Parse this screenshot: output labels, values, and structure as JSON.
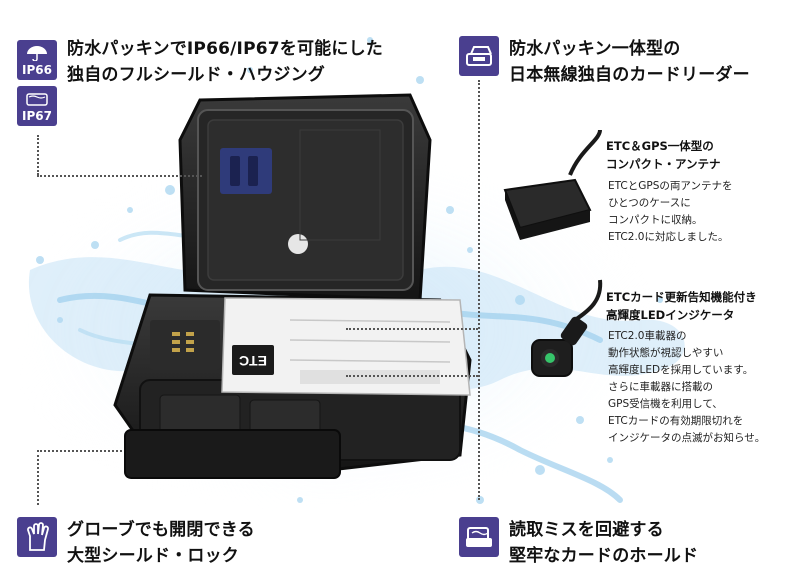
{
  "features": {
    "top_left": {
      "lines": [
        "防水パッキンでIP66/IP67を可能にした",
        "独自のフルシールド・ハウジング"
      ],
      "badges": [
        "IP66",
        "IP67"
      ],
      "icons": [
        "umbrella-icon",
        "waterproof-box-icon"
      ]
    },
    "top_right": {
      "lines": [
        "防水パッキン一体型の",
        "日本無線独自のカードリーダー"
      ],
      "icon": "card-reader-icon"
    },
    "bottom_left": {
      "lines": [
        "グローブでも開閉できる",
        "大型シールド・ロック"
      ],
      "icon": "glove-icon"
    },
    "bottom_right": {
      "lines": [
        "読取ミスを回避する",
        "堅牢なカードのホールド"
      ],
      "icon": "card-hold-icon"
    }
  },
  "antenna": {
    "title": [
      "ETC＆GPS一体型の",
      "コンパクト・アンテナ"
    ],
    "body": [
      "ETCとGPSの両アンテナを",
      "ひとつのケースに",
      "コンパクトに収納。",
      "ETC2.0に対応しました。"
    ]
  },
  "indicator": {
    "title": [
      "ETCカード更新告知機能付き",
      "高輝度LEDインジケータ"
    ],
    "body": [
      "ETC2.0車載器の",
      "動作状態が視認しやすい",
      "高輝度LEDを採用しています。",
      "さらに車載器に搭載の",
      "GPS受信機を利用して、",
      "ETCカードの有効期限切れを",
      "インジケータの点滅がお知らせ。"
    ]
  },
  "card_label": "ETC",
  "colors": {
    "accent": "#4a3f8f",
    "device": "#1f1f1f",
    "water": "#9fd0ee",
    "card": "#f2f2f2"
  }
}
